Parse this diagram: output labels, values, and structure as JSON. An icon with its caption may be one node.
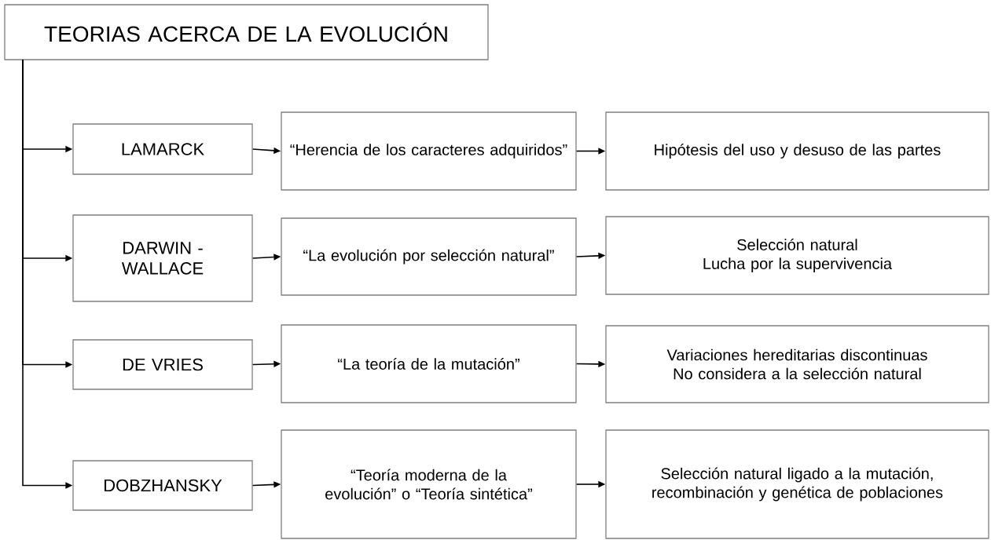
{
  "diagram": {
    "title": "TEORIAS ACERCA DE LA EVOLUCIÓN",
    "nodes": [
      {
        "text": [
          "LAMARCK"
        ]
      },
      {
        "text": [
          "“Herencia de los caracteres adquiridos”"
        ]
      },
      {
        "text": [
          "Hipótesis del uso y desuso de las partes"
        ]
      },
      {
        "text": [
          "DARWIN - WALLACE"
        ]
      },
      {
        "text": [
          "“La evolución por selección natural”"
        ]
      },
      {
        "text": [
          "Selección natural",
          "Lucha por la supervivencia"
        ]
      },
      {
        "text": [
          "DE VRIES"
        ]
      },
      {
        "text": [
          "“La teoría de la mutación”"
        ]
      },
      {
        "text": [
          "Variaciones hereditarias discontinuas",
          "No considera a la selección natural"
        ]
      },
      {
        "text": [
          "DOBZHANSKY"
        ]
      },
      {
        "text": [
          "“Teoría moderna de la evolución” o “Teoría sintética”"
        ]
      },
      {
        "text": [
          "Selección natural ligado a la mutación, recombinación y genética de poblaciones"
        ]
      }
    ],
    "edges": [
      {
        "from": null,
        "to": 0,
        "arrow": "to"
      },
      {
        "from": null,
        "to": 3,
        "arrow": "to"
      },
      {
        "from": null,
        "to": 6,
        "arrow": "to"
      },
      {
        "from": null,
        "to": 9,
        "arrow": "to"
      },
      {
        "from": 0,
        "to": 1,
        "arrow": "to"
      },
      {
        "from": 1,
        "to": 2,
        "arrow": "to"
      },
      {
        "from": 3,
        "to": 4,
        "arrow": "to"
      },
      {
        "from": 4,
        "to": 5,
        "arrow": "to"
      },
      {
        "from": 6,
        "to": 7,
        "arrow": "to"
      },
      {
        "from": 7,
        "to": 8,
        "arrow": "to"
      },
      {
        "from": 9,
        "to": 10,
        "arrow": "to"
      },
      {
        "from": 10,
        "to": 11,
        "arrow": "to"
      }
    ]
  }
}
